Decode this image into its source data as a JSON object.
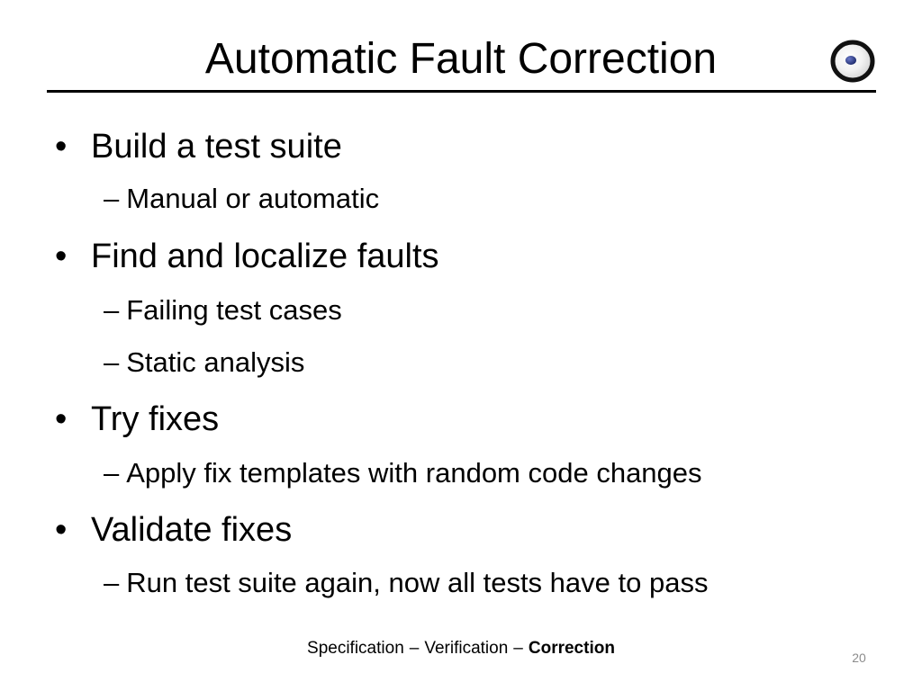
{
  "slide": {
    "title": "Automatic Fault Correction",
    "logo_icon": "eiffel-ellipse-logo",
    "bullets": [
      {
        "text": "Build a test suite",
        "subitems": [
          "Manual or automatic"
        ]
      },
      {
        "text": "Find and localize faults",
        "subitems": [
          "Failing test cases",
          "Static analysis"
        ]
      },
      {
        "text": "Try fixes",
        "subitems": [
          "Apply fix templates with random code changes"
        ]
      },
      {
        "text": "Validate fixes",
        "subitems": [
          "Run test suite again, now all tests have to pass"
        ]
      }
    ],
    "bullet_symbol": "•",
    "dash_symbol": "–",
    "footer": {
      "part1": "Specification",
      "sep": "–",
      "part2": "Verification",
      "part3": "Correction"
    },
    "page_number": "20"
  }
}
